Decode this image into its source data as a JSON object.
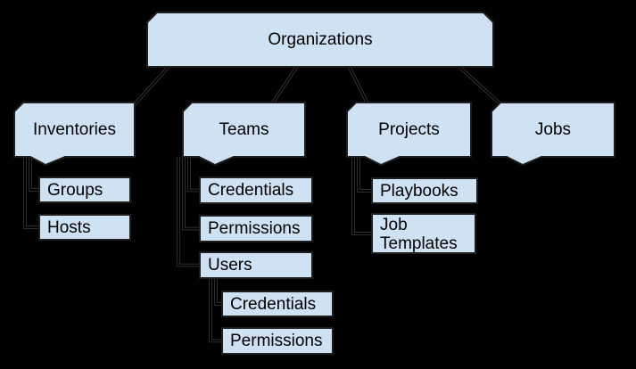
{
  "diagram": {
    "nodes": {
      "organizations": {
        "label": "Organizations"
      },
      "inventories": {
        "label": "Inventories"
      },
      "groups": {
        "label": "Groups"
      },
      "hosts": {
        "label": "Hosts"
      },
      "teams": {
        "label": "Teams"
      },
      "teams_credentials": {
        "label": "Credentials"
      },
      "teams_permissions": {
        "label": "Permissions"
      },
      "users": {
        "label": "Users"
      },
      "users_credentials": {
        "label": "Credentials"
      },
      "users_permissions": {
        "label": "Permissions"
      },
      "projects": {
        "label": "Projects"
      },
      "playbooks": {
        "label": "Playbooks"
      },
      "job_templates": {
        "label": "Job Templates"
      },
      "jobs": {
        "label": "Jobs"
      }
    },
    "edges": [
      {
        "from": "Organizations",
        "to": "Inventories",
        "style": "arrow"
      },
      {
        "from": "Organizations",
        "to": "Teams",
        "style": "arrow"
      },
      {
        "from": "Organizations",
        "to": "Projects",
        "style": "arrow"
      },
      {
        "from": "Organizations",
        "to": "Jobs",
        "style": "arrow"
      },
      {
        "from": "Inventories",
        "to": "Groups",
        "style": "elbow"
      },
      {
        "from": "Inventories",
        "to": "Hosts",
        "style": "elbow"
      },
      {
        "from": "Teams",
        "to": "Credentials",
        "style": "elbow"
      },
      {
        "from": "Teams",
        "to": "Permissions",
        "style": "elbow"
      },
      {
        "from": "Teams",
        "to": "Users",
        "style": "elbow"
      },
      {
        "from": "Users",
        "to": "Credentials",
        "style": "elbow"
      },
      {
        "from": "Users",
        "to": "Permissions",
        "style": "elbow"
      },
      {
        "from": "Projects",
        "to": "Playbooks",
        "style": "elbow"
      },
      {
        "from": "Projects",
        "to": "Job Templates",
        "style": "elbow"
      }
    ],
    "colors": {
      "background": "#000000",
      "node_fill": "#cfe2f3",
      "node_border": "#1e1e1e",
      "text": "#000000",
      "connector": "#000000"
    }
  }
}
